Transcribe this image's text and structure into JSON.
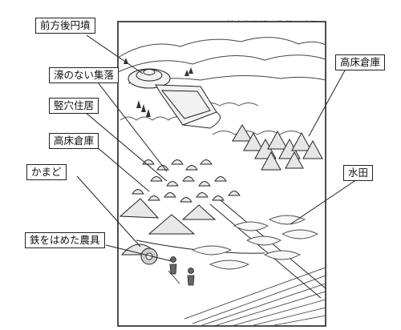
{
  "header_fragment": "前方後円墳の集落と水田",
  "labels": {
    "kofun": "前方後円墳",
    "village": "濠のない集落",
    "pit_dwelling": "竪穴住居",
    "granary_left": "高床倉庫",
    "kamado": "かまど",
    "tools": "鉄をはめた農具",
    "granary_right": "高床倉庫",
    "paddy": "水田"
  },
  "colors": {
    "ink": "#222222",
    "paper": "#ffffff",
    "fill_light": "#ebebeb"
  }
}
